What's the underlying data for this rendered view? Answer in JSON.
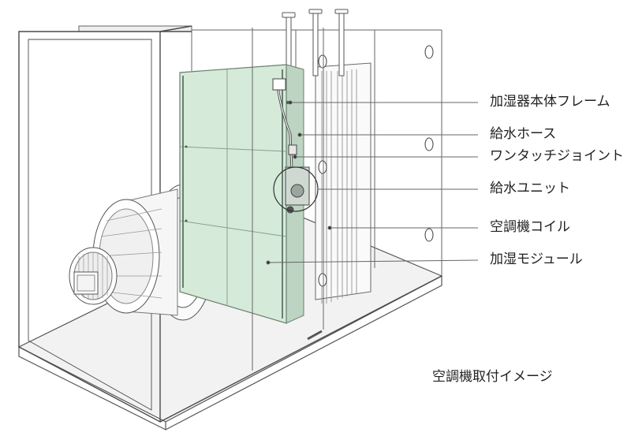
{
  "labels": {
    "frame": "加湿器本体フレーム",
    "hose": "給水ホース",
    "joint": "ワンタッチジョイント",
    "unit": "給水ユニット",
    "coil": "空調機コイル",
    "module": "加湿モジュール"
  },
  "caption": "空調機取付イメージ",
  "colors": {
    "module_fill": "#d5ead9",
    "module_stroke": "#6a7f70",
    "outline": "#555555",
    "leader": "#666666",
    "text": "#222222"
  }
}
